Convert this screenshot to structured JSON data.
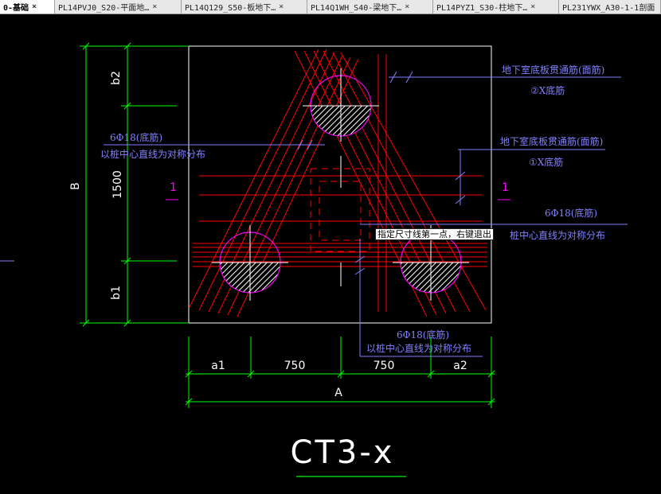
{
  "tabs": [
    {
      "label": "0-基础",
      "active": true
    },
    {
      "label": "PL14PVJ0_S20-平面地…",
      "active": false
    },
    {
      "label": "PL14Q129_S50-板地下…",
      "active": false
    },
    {
      "label": "PL14Q1WH_S40-梁地下…",
      "active": false
    },
    {
      "label": "PL14PYZ1_S30-柱地下…",
      "active": false
    },
    {
      "label": "PL231YWX_A30-1-1剖面",
      "active": false
    }
  ],
  "tab_close_glyph": "×",
  "tooltip": "指定尺寸线第一点，右键退出",
  "drawing": {
    "title": "CT3-x",
    "dims": {
      "b2": "b2",
      "v1500": "1500",
      "b1": "b1",
      "B": "B",
      "a1": "a1",
      "h750a": "750",
      "h750b": "750",
      "a2": "a2",
      "A": "A"
    },
    "section_marks": {
      "left": "1",
      "right": "1"
    },
    "notes": {
      "n1_l1": "地下室底板贯通筋(面筋)",
      "n1_l2": "②X底筋",
      "n2_l1": "地下室底板贯通筋(面筋)",
      "n2_l2": "①X底筋",
      "n3_l1": "6Φ18(底筋)",
      "n3_l2": "以桩中心直线为对称分布",
      "n4_l1": "6Φ18(底筋)",
      "n4_l2": "桩中心直线为对称分布",
      "n5_l1": "6Φ18(底筋)",
      "n5_l2": "以桩中心直线为对称分布"
    },
    "colors": {
      "background": "#000000",
      "outline": "#ffffff",
      "dimension": "#00ff00",
      "rebar": "#ff0000",
      "annotation": "#8080ff",
      "pile": "#ff00ff",
      "title_underline": "#00cc00"
    }
  }
}
